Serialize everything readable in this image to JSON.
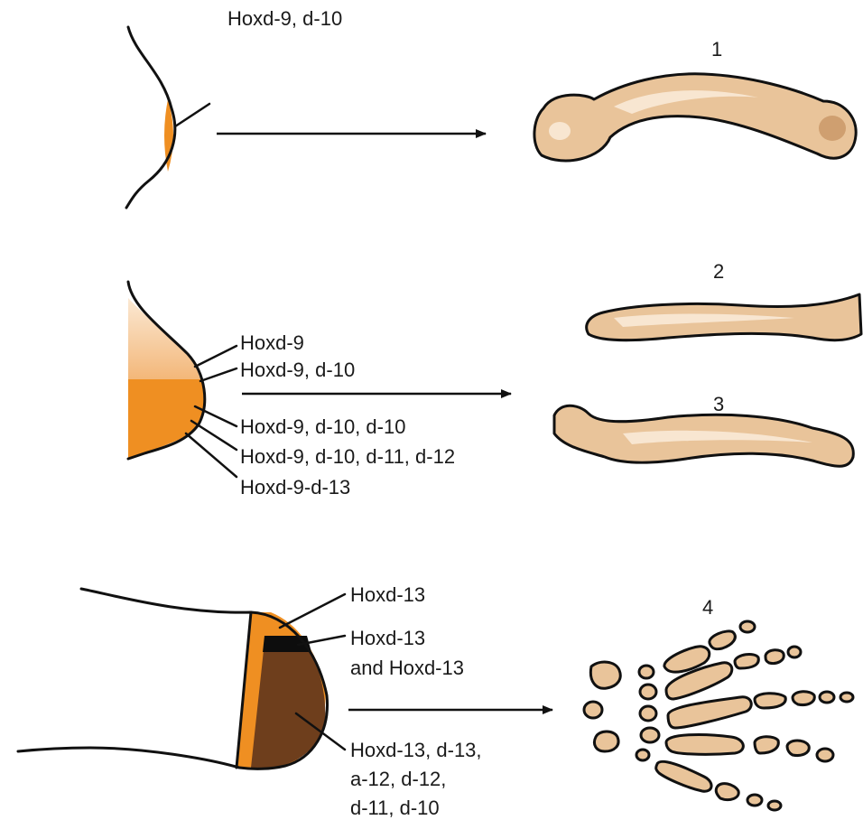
{
  "colors": {
    "zone_orange": "#ef8f22",
    "zone_light": "#f9ddb8",
    "zone_brown": "#6e3e1c",
    "zone_black": "#0d0d0d",
    "bone_fill": "#e9c49a",
    "bone_highlight": "#f8e6d1",
    "line": "#111111"
  },
  "panel1": {
    "label": "Hoxd-9, d-10",
    "bone_number": "1"
  },
  "panel2": {
    "labels": [
      "Hoxd-9",
      "Hoxd-9, d-10",
      "Hoxd-9, d-10, d-10",
      "Hoxd-9, d-10, d-11, d-12",
      "Hoxd-9-d-13"
    ],
    "bone_numbers": [
      "2",
      "3"
    ]
  },
  "panel3": {
    "labels": {
      "top": "Hoxd-13",
      "middle_line1": "Hoxd-13",
      "middle_line2": "and Hoxd-13",
      "bottom_line1": "Hoxd-13, d-13,",
      "bottom_line2": "a-12, d-12,",
      "bottom_line3": "d-11, d-10"
    },
    "bone_number": "4"
  },
  "icons": {
    "arrow": "right-arrow-icon"
  }
}
